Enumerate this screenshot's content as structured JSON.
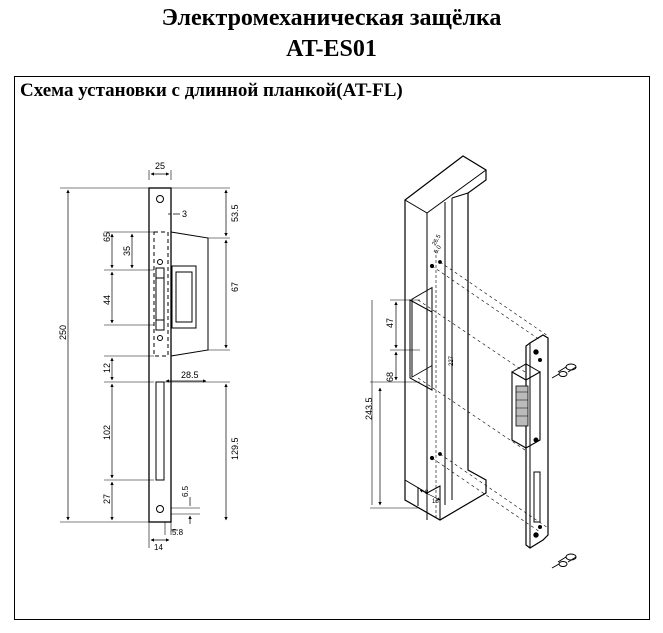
{
  "header": {
    "title_line1": "Электромеханическая защёлка",
    "title_line2": "AT-ES01"
  },
  "section": {
    "title": "Схема установки с длинной планкой(AT-FL)"
  },
  "drawing": {
    "dimensions": {
      "width_25": "25",
      "offset_3": "3",
      "top_53_5": "53.5",
      "h_65": "65",
      "h_35": "35",
      "h_44": "44",
      "h_67": "67",
      "total_250": "250",
      "h_12": "12",
      "w_28_5": "28.5",
      "h_102": "102",
      "h_129_5": "129.5",
      "h_27": "27",
      "h_6_5": "6.5",
      "w_5_8": "5.8",
      "w_14": "14"
    },
    "iso_dimensions": {
      "h_47": "47",
      "h_68": "68",
      "h_243_5": "243.5",
      "small_26_5": "26.5",
      "small_5_0": "5.0",
      "small_227": "227",
      "small_8": "8",
      "small_16": "16"
    }
  }
}
